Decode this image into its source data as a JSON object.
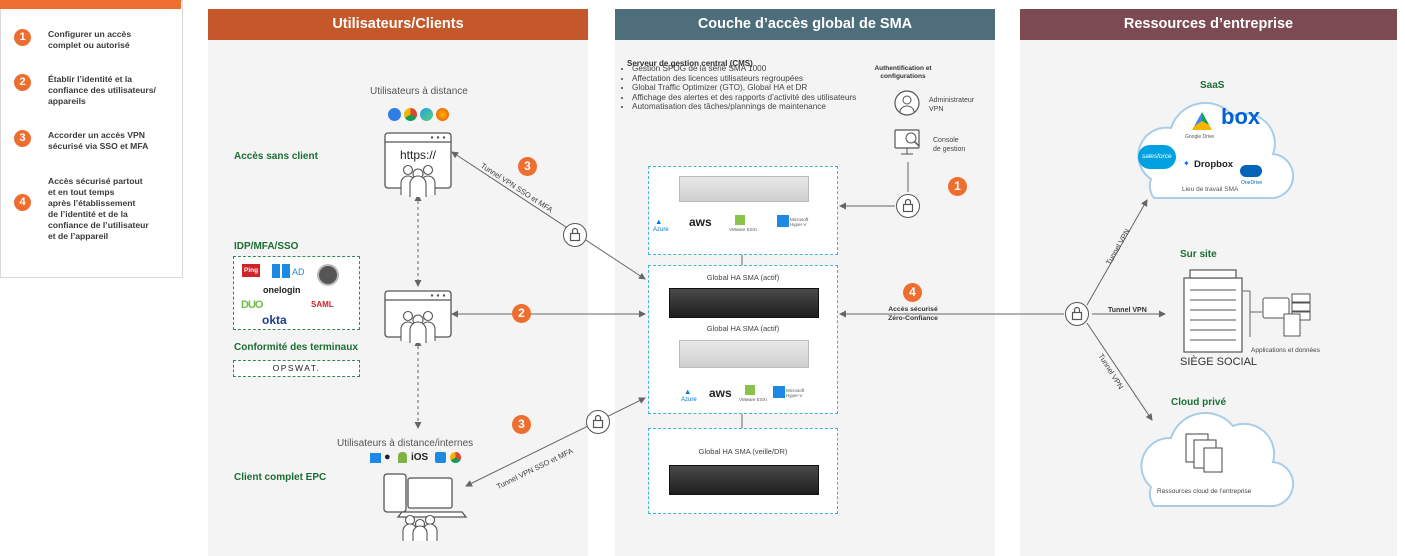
{
  "steps": [
    {
      "num": "1",
      "text": "Configurer un accès\ncomplet ou autorisé"
    },
    {
      "num": "2",
      "text": "Établir l’identité et la\nconfiance des utilisateurs/\nappareils"
    },
    {
      "num": "3",
      "text": "Accorder un accès VPN\nsécurisé via SSO et MFA"
    },
    {
      "num": "4",
      "text": "Accès sécurisé partout\net en tout temps\naprès l’établissement\nde l’identité et de la\nconfiance de l’utilisateur\net de l’appareil"
    }
  ],
  "columns": {
    "users": {
      "title": "Utilisateurs/Clients",
      "color": "#c4582a"
    },
    "sma": {
      "title": "Couche d’accès global de SMA",
      "color": "#4e6e7c"
    },
    "res": {
      "title": "Ressources d’entreprise",
      "color": "#7b4a52"
    }
  },
  "users": {
    "remote_users": "Utilisateurs à distance",
    "clientless": "Accès sans client",
    "url": "https://",
    "idp": "IDP/MFA/SSO",
    "idp_logos": {
      "ping": "Ping",
      "ad": "AD",
      "onelogin": "onelogin",
      "duo": "DUO",
      "saml": "SAML",
      "okta": "okta"
    },
    "endpoint_compliance": "Conformité des terminaux",
    "opswat": "OPSWAT.",
    "remote_internal": "Utilisateurs à distance/internes",
    "ios": "iOS",
    "epc": "Client complet EPC",
    "tunnel_top": "Tunnel VPN SSO et MFA",
    "tunnel_bottom": "Tunnel VPN SSO et MFA"
  },
  "sma": {
    "cms_title": "Serveur de gestion central (CMS)",
    "cms_items": [
      "Gestion SPOG de la série SMA 1000",
      "Affectation des licences utilisateurs regroupées",
      "Global Traffic Optimizer (GTO), Global HA et DR",
      "Affichage des alertes et des rapports d’activité des utilisateurs",
      "Automatisation des tâches/plannings de maintenance"
    ],
    "auth_title": "Authentification et\nconfigurations",
    "admin": "Administrateur\nVPN",
    "console": "Console\nde gestion",
    "ha_active_1": "Global HA SMA (actif)",
    "ha_active_2": "Global HA SMA (actif)",
    "ha_standby": "Global HA SMA (veille/DR)",
    "platforms": {
      "azure": "Azure",
      "aws": "aws",
      "vmware": "VMware ESXi",
      "hyperv": "Microsoft Hyper-V"
    },
    "zero_trust": "Accès sécurisé\nZéro-Confiance"
  },
  "res": {
    "saas": "SaaS",
    "gdrive": "Google Drive",
    "box": "box",
    "salesforce": "salesforce",
    "dropbox": "Dropbox",
    "onedrive": "OneDrive",
    "workplace": "Lieu de travail SMA",
    "onprem": "Sur site",
    "tunnel_vpn": "Tunnel VPN",
    "hq": "SIÈGE SOCIAL",
    "apps_data": "Applications et données",
    "private_cloud": "Cloud privé",
    "cloud_resources": "Ressources cloud de l’entreprise",
    "tunnel_up": "Tunnel VPN",
    "tunnel_down": "Tunnel VPN"
  },
  "colors": {
    "orange": "#ee6e2f",
    "teal": "#3fb6c9",
    "green": "#1b6d34"
  }
}
